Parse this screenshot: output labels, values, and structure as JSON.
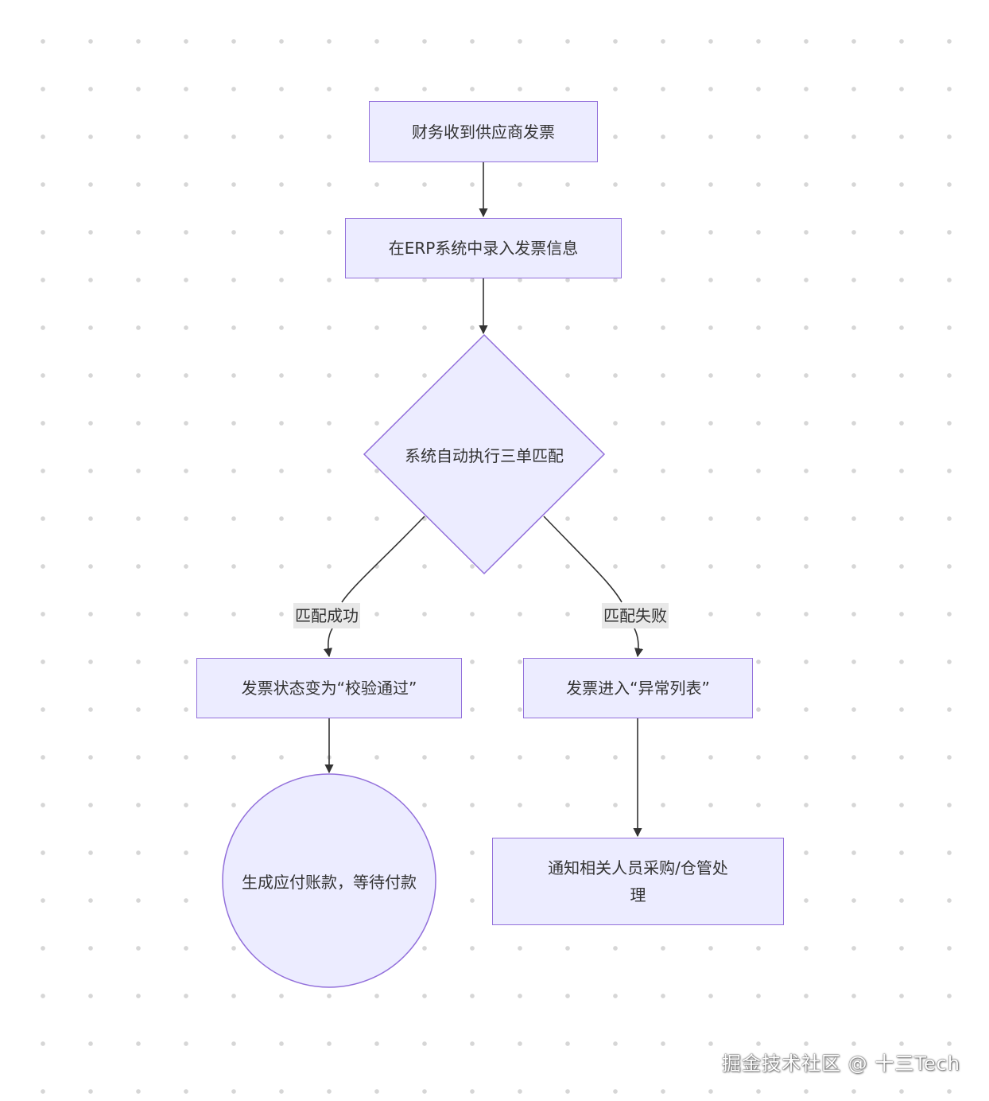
{
  "diagram": {
    "type": "flowchart",
    "nodes": {
      "receive_invoice": "财务收到供应商发票",
      "enter_erp": "在ERP系统中录入发票信息",
      "three_way_match": "系统自动执行三单匹配",
      "status_passed": "发票状态变为“校验通过”",
      "generate_payable": "生成应付账款，等待付款",
      "exception_list": "发票进入“异常列表”",
      "notify_staff_line1": "通知相关人员采购/仓管处",
      "notify_staff_line2": "理"
    },
    "edge_labels": {
      "match_success": "匹配成功",
      "match_fail": "匹配失败"
    },
    "colors": {
      "node_fill": "#ECECFF",
      "node_stroke": "#9370DB",
      "edge": "#333333",
      "label_bg": "#e8e8e8"
    }
  },
  "watermark": "掘金技术社区 @ 十三Tech"
}
